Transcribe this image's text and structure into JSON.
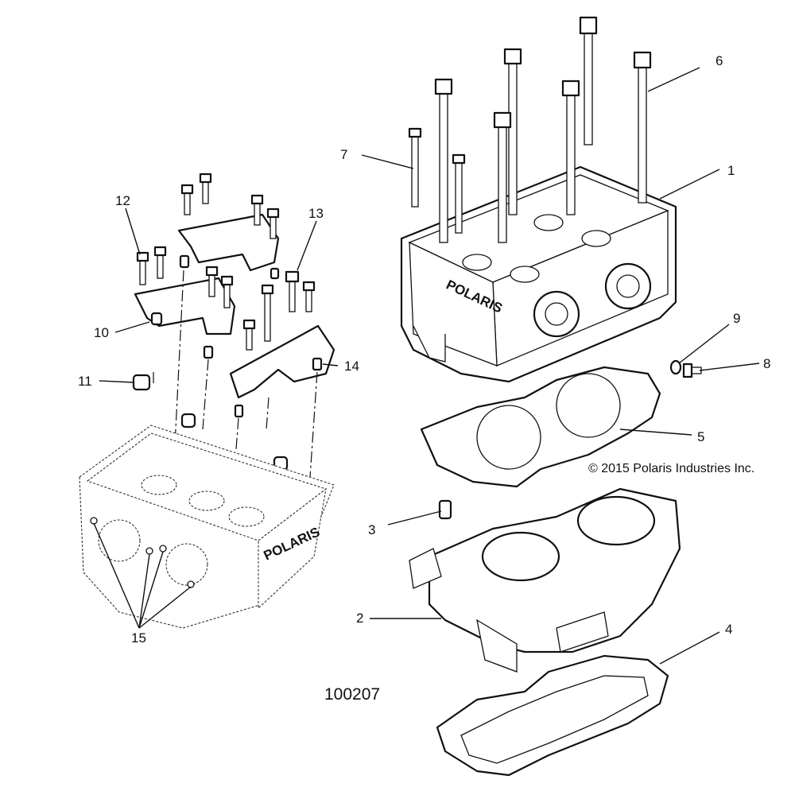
{
  "callouts": [
    "1",
    "2",
    "3",
    "4",
    "5",
    "6",
    "7",
    "8",
    "9",
    "10",
    "11",
    "12",
    "13",
    "14",
    "15"
  ],
  "figure_number": "100207",
  "copyright": "© 2015 Polaris Industries Inc.",
  "brand_text": "POLARIS"
}
